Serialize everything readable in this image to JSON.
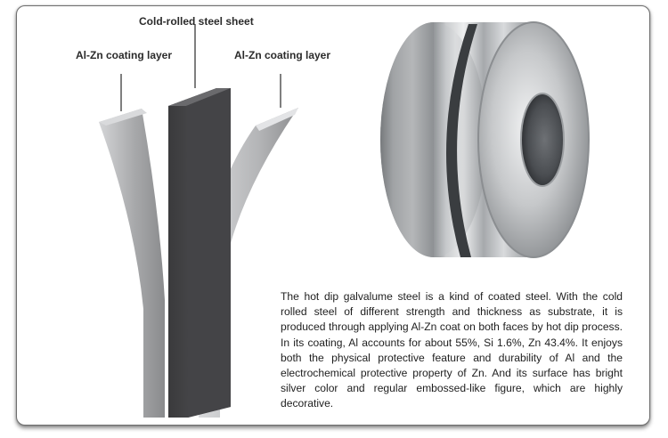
{
  "labels": {
    "cold_rolled_sheet": "Cold-rolled steel sheet",
    "coating_left": "Al-Zn coating layer",
    "coating_right": "Al-Zn coating layer"
  },
  "description": "The hot dip galvalume steel is a kind of coated steel. With the cold rolled steel of different strength and thickness as substrate, it is produced through applying Al-Zn coat on both faces by hot dip process. In its coating, Al accounts for about 55%, Si 1.6%, Zn 43.4%. It enjoys both the physical protective feature and durability of Al and the electrochemical protective property of Zn. And its surface has bright silver color and regular embossed-like figure, which are highly decorative.",
  "colors": {
    "frame_border": "#6f6f6f",
    "core_sheet": "#4a4a4c",
    "coating_layer": "#a9aaac",
    "text": "#1e1e1e"
  }
}
